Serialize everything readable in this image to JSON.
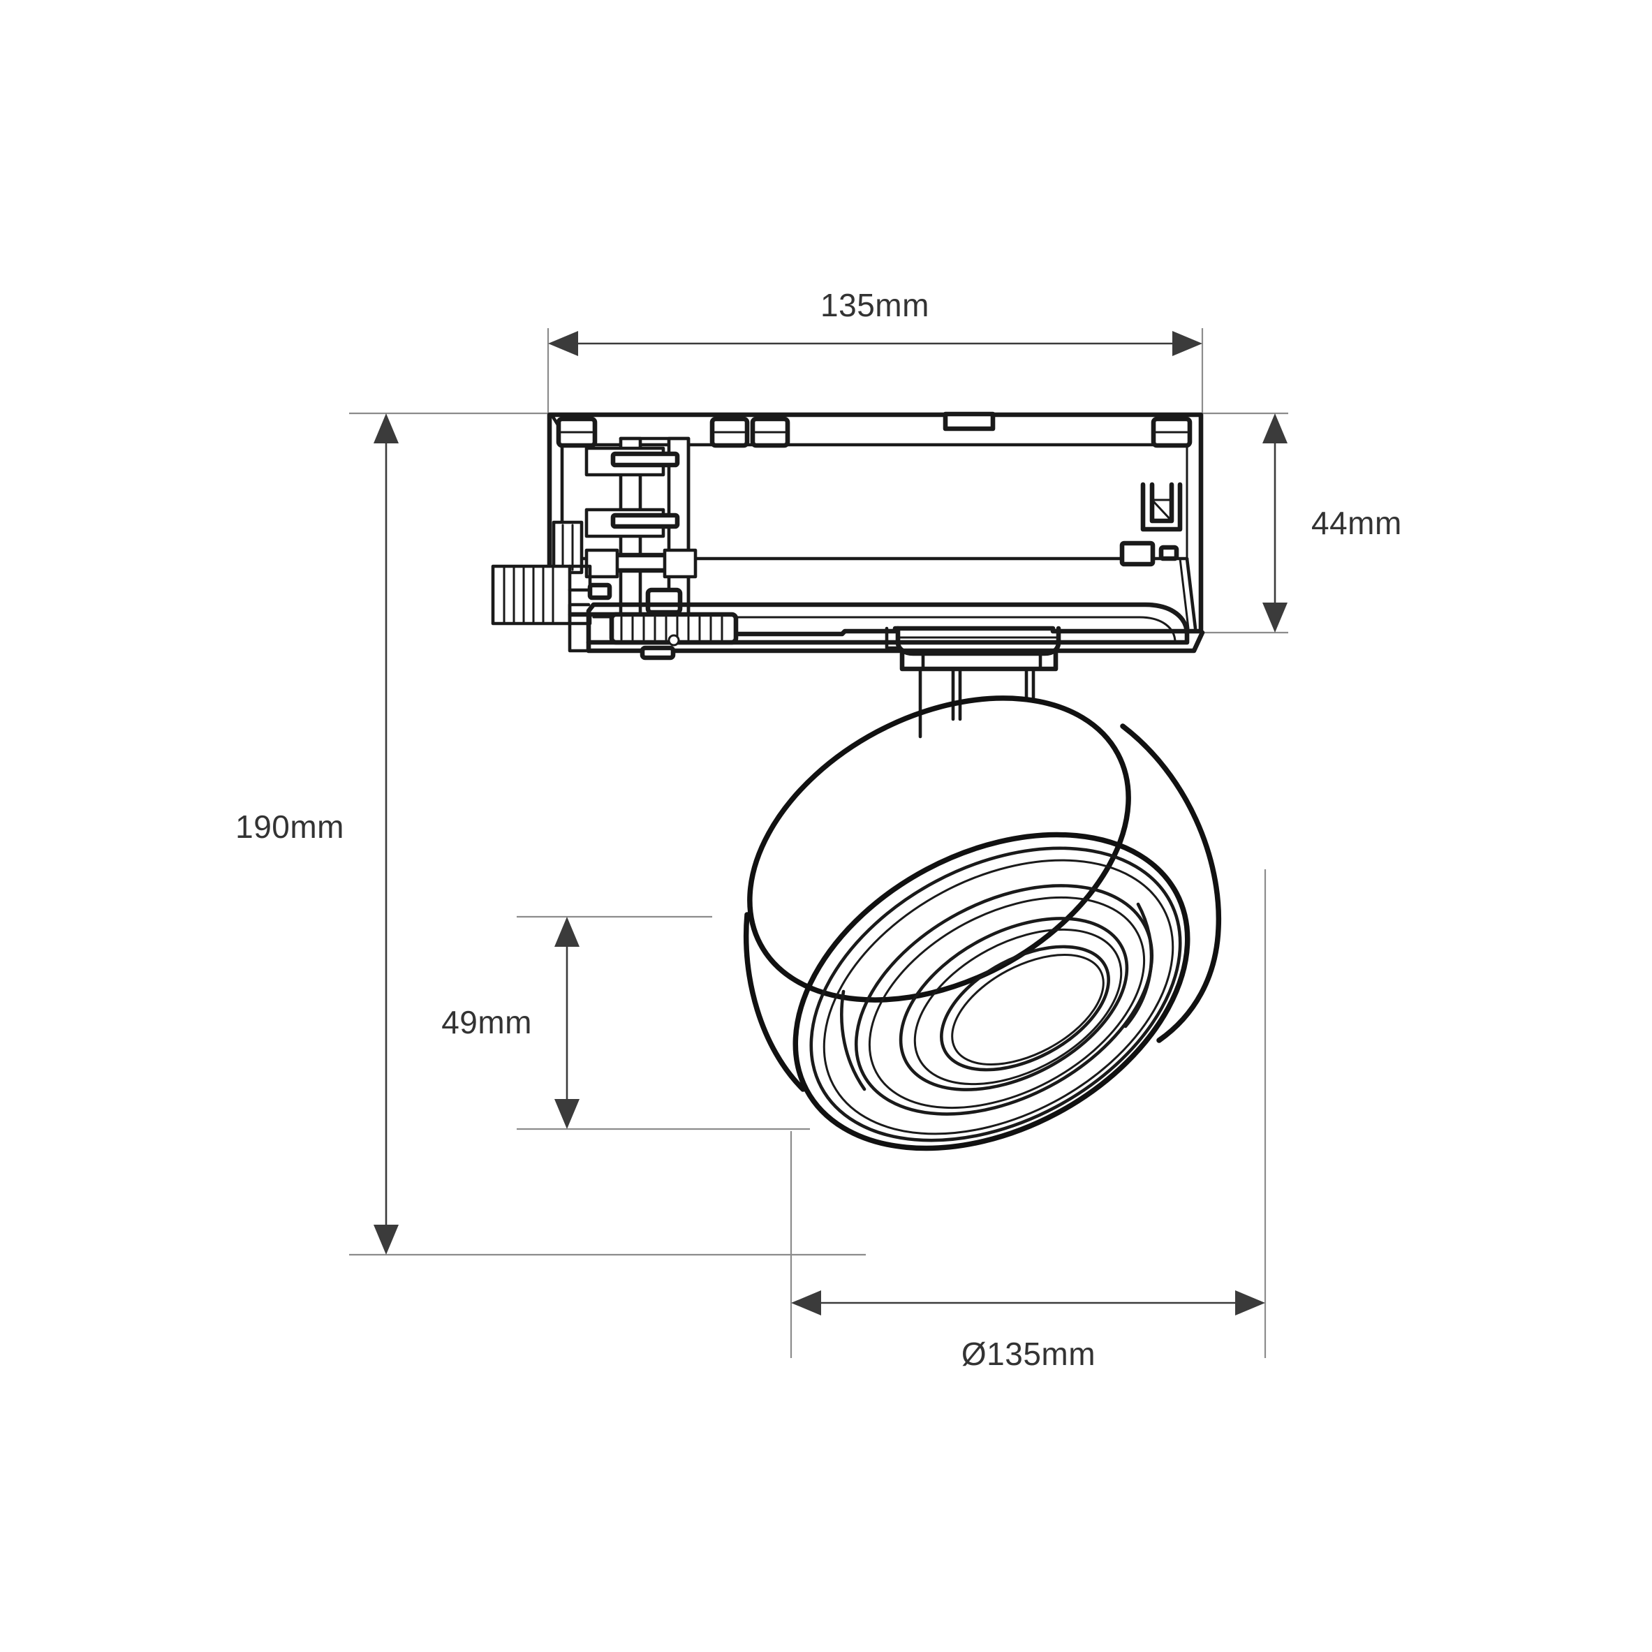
{
  "drawing": {
    "title": "Track spotlight technical dimension drawing",
    "background_color": "#ffffff",
    "line_color": "#1a1a1a",
    "dimension_line_color": "#3b3b3b",
    "extension_line_color": "#8c8c8c",
    "text_color": "#333333"
  },
  "dimensions": {
    "width_top": {
      "label": "135mm",
      "name": "top-width-dimension",
      "orientation": "horizontal",
      "value": 135,
      "unit": "mm"
    },
    "height_adapter": {
      "label": "44mm",
      "name": "adapter-height-dimension",
      "orientation": "vertical",
      "value": 44,
      "unit": "mm"
    },
    "height_total": {
      "label": "190mm",
      "name": "overall-height-dimension",
      "orientation": "vertical",
      "value": 190,
      "unit": "mm"
    },
    "height_head": {
      "label": "49mm",
      "name": "head-height-dimension",
      "orientation": "vertical",
      "value": 49,
      "unit": "mm"
    },
    "diameter_head": {
      "label": "Ø135mm",
      "name": "head-diameter-dimension",
      "orientation": "horizontal",
      "value": 135,
      "unit": "mm",
      "symbol": "Ø"
    }
  },
  "parts": {
    "track_adapter": "track-adapter-body",
    "spotlight_head": "spotlight-head-cylinder",
    "stem": "tilt-stem-joint",
    "lens_rings": "concentric-lens-rings"
  }
}
